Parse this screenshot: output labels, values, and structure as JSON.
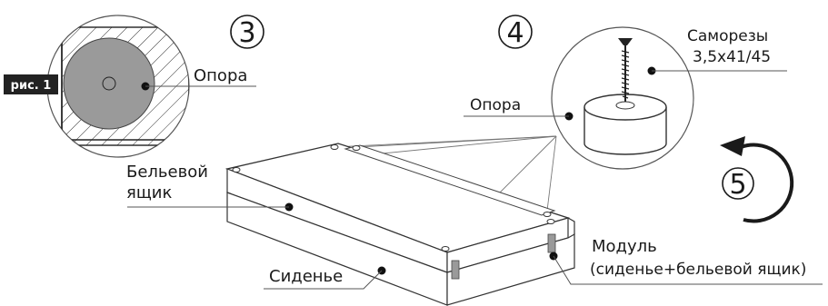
{
  "steps": {
    "s3": "3",
    "s4": "4",
    "s5": "5"
  },
  "detail_left": {
    "figure_badge": "рис. 1",
    "support_label": "Опора"
  },
  "detail_right": {
    "screws_label_line1": "Саморезы",
    "screws_label_line2": "3,5х41/45",
    "support_label": "Опора"
  },
  "main": {
    "linen_box_line1": "Бельевой",
    "linen_box_line2": "ящик",
    "seat_label": "Сиденье",
    "module_line1": "Модуль",
    "module_line2": "(сиденье+бельевой ящик)"
  },
  "colors": {
    "ink": "#1a1a1a",
    "support_fill": "#9a9a9a",
    "badge_bg": "#222222",
    "line": "#555555"
  }
}
